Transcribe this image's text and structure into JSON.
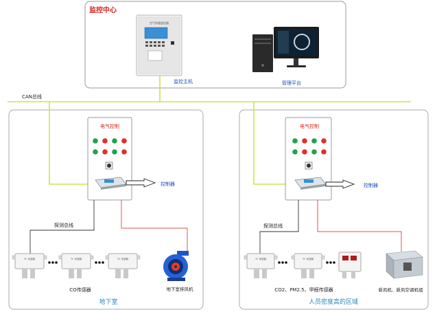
{
  "monitoring_center": {
    "title": "监控中心",
    "host_label": "监控主机",
    "platform_label": "管理平台",
    "host_screen_text": "空气质量监控器"
  },
  "bus": {
    "can_label": "CAN总线"
  },
  "left_zone": {
    "panel_title": "电气控制",
    "controller_label": "控制器",
    "probe_bus_label": "探测总线",
    "sensor_label": "CO传感器",
    "fan_label": "地下室排风机",
    "zone_title": "地下室",
    "sensor_brand": "YC 传感器"
  },
  "right_zone": {
    "panel_title": "电气控制",
    "controller_label": "控制器",
    "probe_bus_label": "探测总线",
    "sensor_label": "CO2、PM2.5、甲醛传感器",
    "fan_label": "新风机、新风空调机组",
    "zone_title": "人员密度高的区域",
    "sensor_brand": "YC 传感器"
  },
  "colors": {
    "can_bus": "#cfe34a",
    "probe_bus": "#333333",
    "power_line": "#d9534f",
    "title_red": "#d9261c",
    "zone_title_blue": "#2e86c1",
    "label_blue": "#1a4fb5",
    "button_green": "#1fa34a",
    "button_red": "#e0302a"
  }
}
